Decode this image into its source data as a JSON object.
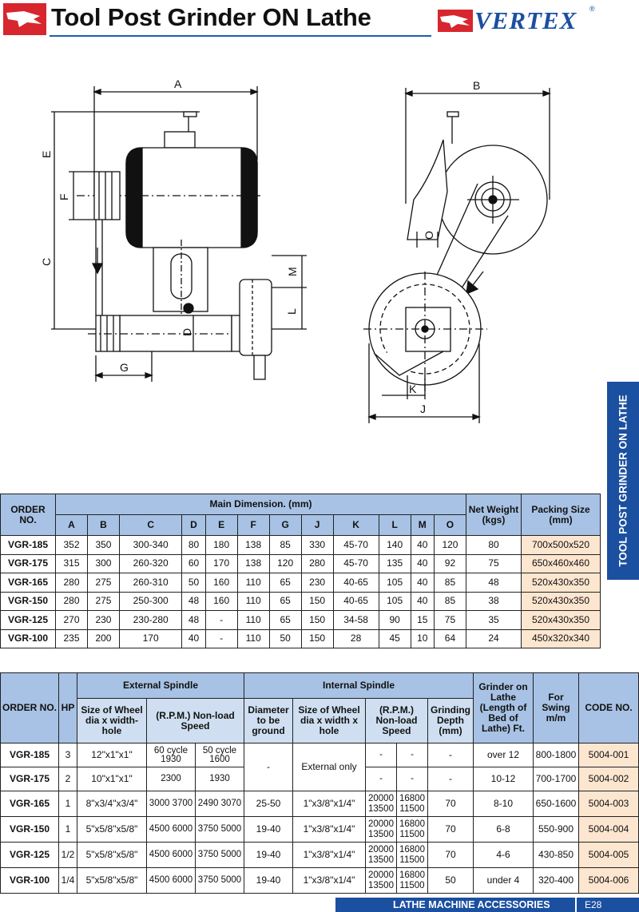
{
  "header": {
    "title": "Tool Post Grinder ON Lathe",
    "brand": "VERTEX",
    "brand_reg": "®"
  },
  "side_tab": "TOOL POST GRINDER ON LATHE",
  "drawing": {
    "labels": [
      "A",
      "B",
      "E",
      "F",
      "C",
      "M",
      "L",
      "D",
      "G",
      "O",
      "K",
      "J"
    ]
  },
  "table1": {
    "h_order": "ORDER NO.",
    "h_main": "Main Dimension. (mm)",
    "h_weight": "Net Weight (kgs)",
    "h_pack": "Packing Size (mm)",
    "cols": [
      "A",
      "B",
      "C",
      "D",
      "E",
      "F",
      "G",
      "J",
      "K",
      "L",
      "M",
      "O"
    ],
    "rows": [
      [
        "VGR-185",
        "352",
        "350",
        "300-340",
        "80",
        "180",
        "138",
        "85",
        "330",
        "45-70",
        "140",
        "40",
        "120",
        "80",
        "700x500x520"
      ],
      [
        "VGR-175",
        "315",
        "300",
        "260-320",
        "60",
        "170",
        "138",
        "120",
        "280",
        "45-70",
        "135",
        "40",
        "92",
        "75",
        "650x460x460"
      ],
      [
        "VGR-165",
        "280",
        "275",
        "260-310",
        "50",
        "160",
        "110",
        "65",
        "230",
        "40-65",
        "105",
        "40",
        "85",
        "48",
        "520x430x350"
      ],
      [
        "VGR-150",
        "280",
        "275",
        "250-300",
        "48",
        "160",
        "110",
        "65",
        "150",
        "40-65",
        "105",
        "40",
        "85",
        "38",
        "520x430x350"
      ],
      [
        "VGR-125",
        "270",
        "230",
        "230-280",
        "48",
        "-",
        "110",
        "65",
        "150",
        "34-58",
        "90",
        "15",
        "75",
        "35",
        "520x430x350"
      ],
      [
        "VGR-100",
        "235",
        "200",
        "170",
        "40",
        "-",
        "110",
        "50",
        "150",
        "28",
        "45",
        "10",
        "64",
        "24",
        "450x320x340"
      ]
    ]
  },
  "table2": {
    "h_order": "ORDER NO.",
    "h_hp": "HP",
    "h_ext": "External Spindle",
    "h_int": "Internal Spindle",
    "h_ext_wheel": "Size of Wheel dia x width-hole",
    "h_ext_rpm": "(R.P.M.) Non-load Speed",
    "h_int_dia": "Diameter to be ground",
    "h_int_wheel": "Size of Wheel dia x width x hole",
    "h_int_rpm": "(R.P.M.) Non-load Speed",
    "h_depth": "Grinding Depth (mm)",
    "h_grinder": "Grinder on Lathe (Length of Bed of Lathe) Ft.",
    "h_swing": "For Swing m/m",
    "h_code": "CODE NO.",
    "cycle60": "60 cycle",
    "cycle50": "50 cycle",
    "external_only": "External only",
    "rows": [
      {
        "order": "VGR-185",
        "hp": "3",
        "wheel": "12\"x1\"x1\"",
        "rpm60": "1930",
        "rpm50": "1600",
        "dia": "-",
        "iwheel": "",
        "irpm1": "-",
        "irpm2": "-",
        "depth": "-",
        "grinder": "over 12",
        "swing": "800-1800",
        "code": "5004-001"
      },
      {
        "order": "VGR-175",
        "hp": "2",
        "wheel": "10\"x1\"x1\"",
        "rpm60": "2300",
        "rpm50": "1930",
        "dia": "",
        "iwheel": "",
        "irpm1": "-",
        "irpm2": "-",
        "depth": "-",
        "grinder": "10-12",
        "swing": "700-1700",
        "code": "5004-002"
      },
      {
        "order": "VGR-165",
        "hp": "1",
        "wheel": "8\"x3/4\"x3/4\"",
        "rpm60": "3000 3700",
        "rpm50": "2490 3070",
        "dia": "25-50",
        "iwheel": "1\"x3/8\"x1/4\"",
        "irpm1": "20000 13500",
        "irpm2": "16800 11500",
        "depth": "70",
        "grinder": "8-10",
        "swing": "650-1600",
        "code": "5004-003"
      },
      {
        "order": "VGR-150",
        "hp": "1",
        "wheel": "5\"x5/8\"x5/8\"",
        "rpm60": "4500 6000",
        "rpm50": "3750 5000",
        "dia": "19-40",
        "iwheel": "1\"x3/8\"x1/4\"",
        "irpm1": "20000 13500",
        "irpm2": "16800 11500",
        "depth": "70",
        "grinder": "6-8",
        "swing": "550-900",
        "code": "5004-004"
      },
      {
        "order": "VGR-125",
        "hp": "1/2",
        "wheel": "5\"x5/8\"x5/8\"",
        "rpm60": "4500 6000",
        "rpm50": "3750 5000",
        "dia": "19-40",
        "iwheel": "1\"x3/8\"x1/4\"",
        "irpm1": "20000 13500",
        "irpm2": "16800 11500",
        "depth": "70",
        "grinder": "4-6",
        "swing": "430-850",
        "code": "5004-005"
      },
      {
        "order": "VGR-100",
        "hp": "1/4",
        "wheel": "5\"x5/8\"x5/8\"",
        "rpm60": "4500 6000",
        "rpm50": "3750 5000",
        "dia": "19-40",
        "iwheel": "1\"x3/8\"x1/4\"",
        "irpm1": "20000 13500",
        "irpm2": "16800 11500",
        "depth": "50",
        "grinder": "under 4",
        "swing": "320-400",
        "code": "5004-006"
      }
    ]
  },
  "footer": {
    "section": "LATHE MACHINE ACCESSORIES",
    "page": "E28"
  }
}
